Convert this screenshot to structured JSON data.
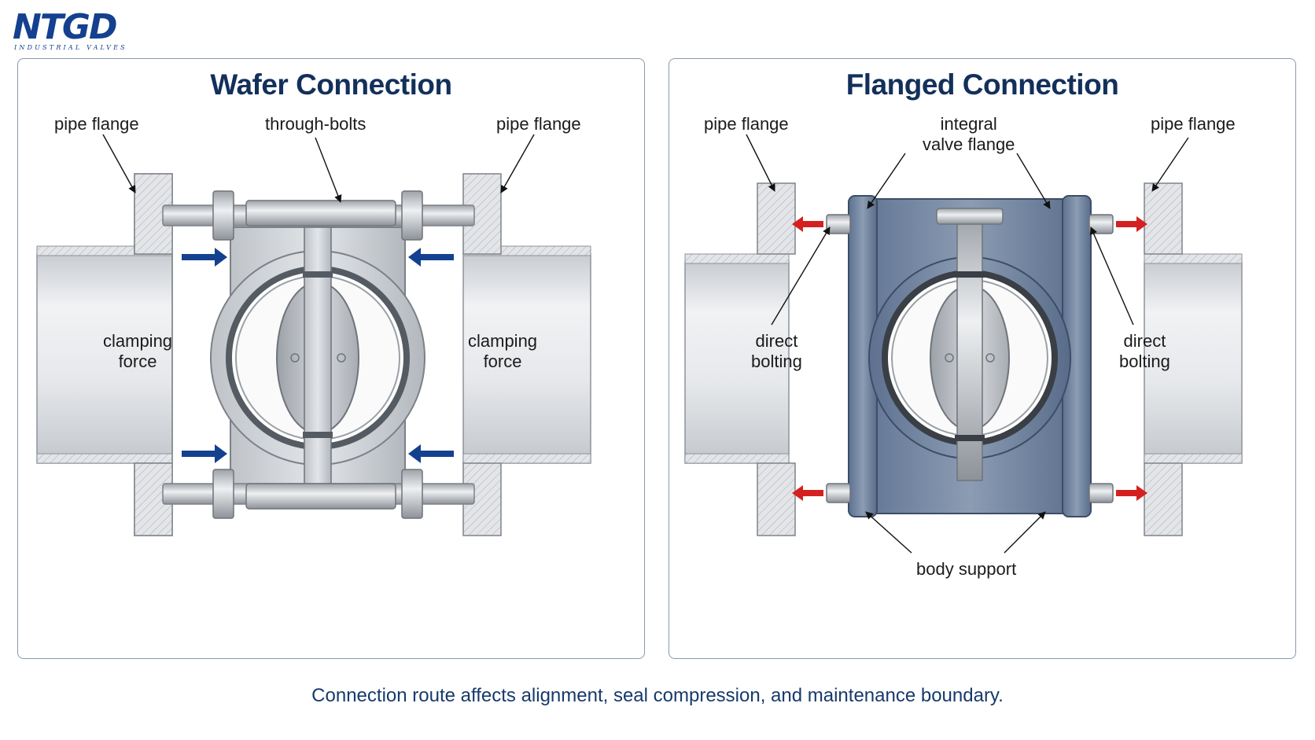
{
  "logo": {
    "main": "NTGD",
    "sub": "INDUSTRIAL VALVES"
  },
  "panels": [
    {
      "title": "Wafer Connection",
      "labels": {
        "pipe_flange_left": "pipe flange",
        "through_bolts": "through-bolts",
        "pipe_flange_right": "pipe flange",
        "clamping_force_left": "clamping\nforce",
        "clamping_force_right": "clamping\nforce"
      }
    },
    {
      "title": "Flanged Connection",
      "labels": {
        "pipe_flange_left": "pipe flange",
        "integral_valve_flange": "integral\nvalve flange",
        "pipe_flange_right": "pipe flange",
        "direct_bolting_left": "direct\nbolting",
        "direct_bolting_right": "direct\nbolting",
        "body_support": "body support"
      }
    }
  ],
  "caption": "Connection route affects alignment, seal compression, and maintenance boundary.",
  "colors": {
    "title": "#13305b",
    "logo": "#14408f",
    "clamp_arrow": "#14418f",
    "bolt_arrow": "#d42020",
    "valve_body_flanged": "#6b809b",
    "valve_body_wafer": "#b9bec4",
    "pipe": "#dadde1"
  }
}
